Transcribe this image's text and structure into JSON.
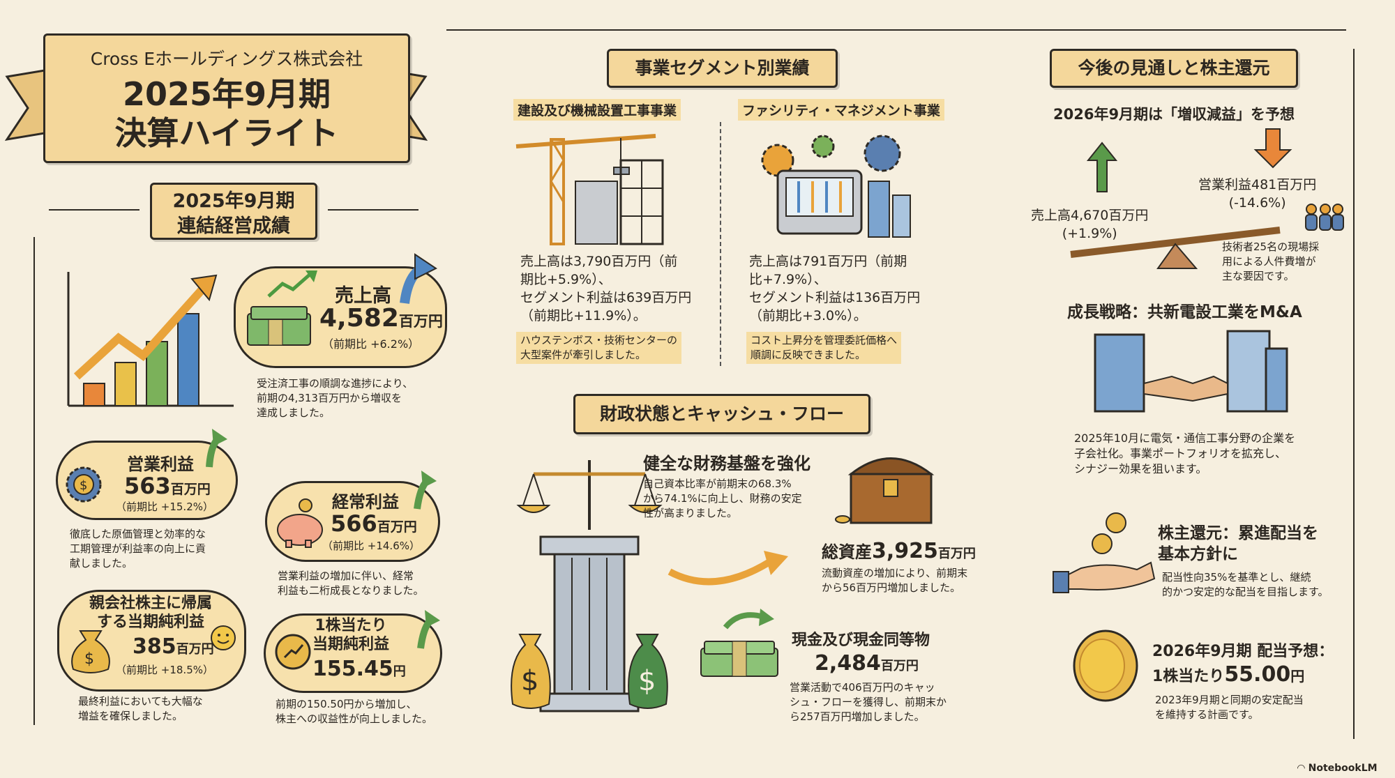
{
  "header": {
    "company": "Cross Eホールディングス株式会社",
    "title_line1": "2025年9月期",
    "title_line2": "決算ハイライト"
  },
  "consolidated": {
    "heading_line1": "2025年9月期",
    "heading_line2": "連結経営成績",
    "sales": {
      "label": "売上高",
      "value": "4,582",
      "unit": "百万円",
      "yoy": "（前期比 +6.2%）",
      "note_line1": "受注済工事の順調な進捗により、",
      "note_line2": "前期の4,313百万円から増収を",
      "note_line3": "達成しました。"
    },
    "operating_profit": {
      "label": "営業利益",
      "value": "563",
      "unit": "百万円",
      "yoy": "（前期比 +15.2%）",
      "note_line1": "徹底した原価管理と効率的な",
      "note_line2": "工期管理が利益率の向上に貢",
      "note_line3": "献しました。"
    },
    "ordinary_profit": {
      "label": "経常利益",
      "value": "566",
      "unit": "百万円",
      "yoy": "（前期比 +14.6%）",
      "note_line1": "営業利益の増加に伴い、経常",
      "note_line2": "利益も二桁成長となりました。"
    },
    "net_income": {
      "label_line1": "親会社株主に帰属",
      "label_line2": "する当期純利益",
      "value": "385",
      "unit": "百万円",
      "yoy": "（前期比 +18.5%）",
      "note_line1": "最終利益においても大幅な",
      "note_line2": "増益を確保しました。"
    },
    "eps": {
      "label_line1": "1株当たり",
      "label_line2": "当期純利益",
      "value": "155.45",
      "unit": "円",
      "note_line1": "前期の150.50円から増加し、",
      "note_line2": "株主への収益性が向上しました。"
    }
  },
  "segments": {
    "heading": "事業セグメント別業績",
    "construction": {
      "title": "建設及び機械設置工事事業",
      "line1": "売上高は3,790百万円（前",
      "line2": "期比+5.9%）、",
      "line3": "セグメント利益は639百万円",
      "line4": "（前期比+11.9%）。",
      "note_line1": "ハウステンボス・技術センターの",
      "note_line2": "大型案件が牽引しました。"
    },
    "facility": {
      "title": "ファシリティ・マネジメント事業",
      "line1": "売上高は791百万円（前期",
      "line2": "比+7.9%）、",
      "line3": "セグメント利益は136百万円",
      "line4": "（前期比+3.0%）。",
      "note_line1": "コスト上昇分を管理委託価格へ",
      "note_line2": "順調に反映できました。"
    }
  },
  "finance": {
    "heading": "財政状態とキャッシュ・フロー",
    "strength_title": "健全な財務基盤を強化",
    "strength_line1": "自己資本比率が前期末の68.3%",
    "strength_line2": "から74.1%に向上し、財務の安定",
    "strength_line3": "性が高まりました。",
    "total_assets_label": "総資産",
    "total_assets_value": "3,925",
    "total_assets_unit": "百万円",
    "total_assets_line1": "流動資産の増加により、前期末",
    "total_assets_line2": "から56百万円増加しました。",
    "cash_label": "現金及び現金同等物",
    "cash_value": "2,484",
    "cash_unit": "百万円",
    "cash_line1": "営業活動で406百万円のキャッ",
    "cash_line2": "シュ・フローを獲得し、前期末か",
    "cash_line3": "ら257百万円増加しました。"
  },
  "outlook": {
    "heading": "今後の見通しと株主還元",
    "forecast_title": "2026年9月期は「増収減益」を予想",
    "sales_line1": "売上高4,670百万円",
    "sales_line2": "(+1.9%)",
    "op_line1": "営業利益481百万円",
    "op_line2": "(-14.6%)",
    "reason_line1": "技術者25名の現場採",
    "reason_line2": "用による人件費増が",
    "reason_line3": "主な要因です。",
    "growth_title": "成長戦略：共新電設工業をM&A",
    "growth_line1": "2025年10月に電気・通信工事分野の企業を",
    "growth_line2": "子会社化。事業ポートフォリオを拡充し、",
    "growth_line3": "シナジー効果を狙います。",
    "return_title_line1": "株主還元：累進配当を",
    "return_title_line2": "基本方針に",
    "return_line1": "配当性向35%を基準とし、継続",
    "return_line2": "的かつ安定的な配当を目指します。",
    "dividend_title": "2026年9月期 配当予想：",
    "dividend_label": "1株当たり",
    "dividend_value": "55.00",
    "dividend_unit": "円",
    "dividend_line1": "2023年9月期と同期の安定配当",
    "dividend_line2": "を維持する計画です。"
  },
  "footer": {
    "brand": "NotebookLM"
  },
  "colors": {
    "background": "#f6efdf",
    "banner": "#f4d79b",
    "ink": "#2e2a24",
    "green": "#5a9a4a",
    "orange": "#e88a3a",
    "gold": "#e9b94a"
  }
}
